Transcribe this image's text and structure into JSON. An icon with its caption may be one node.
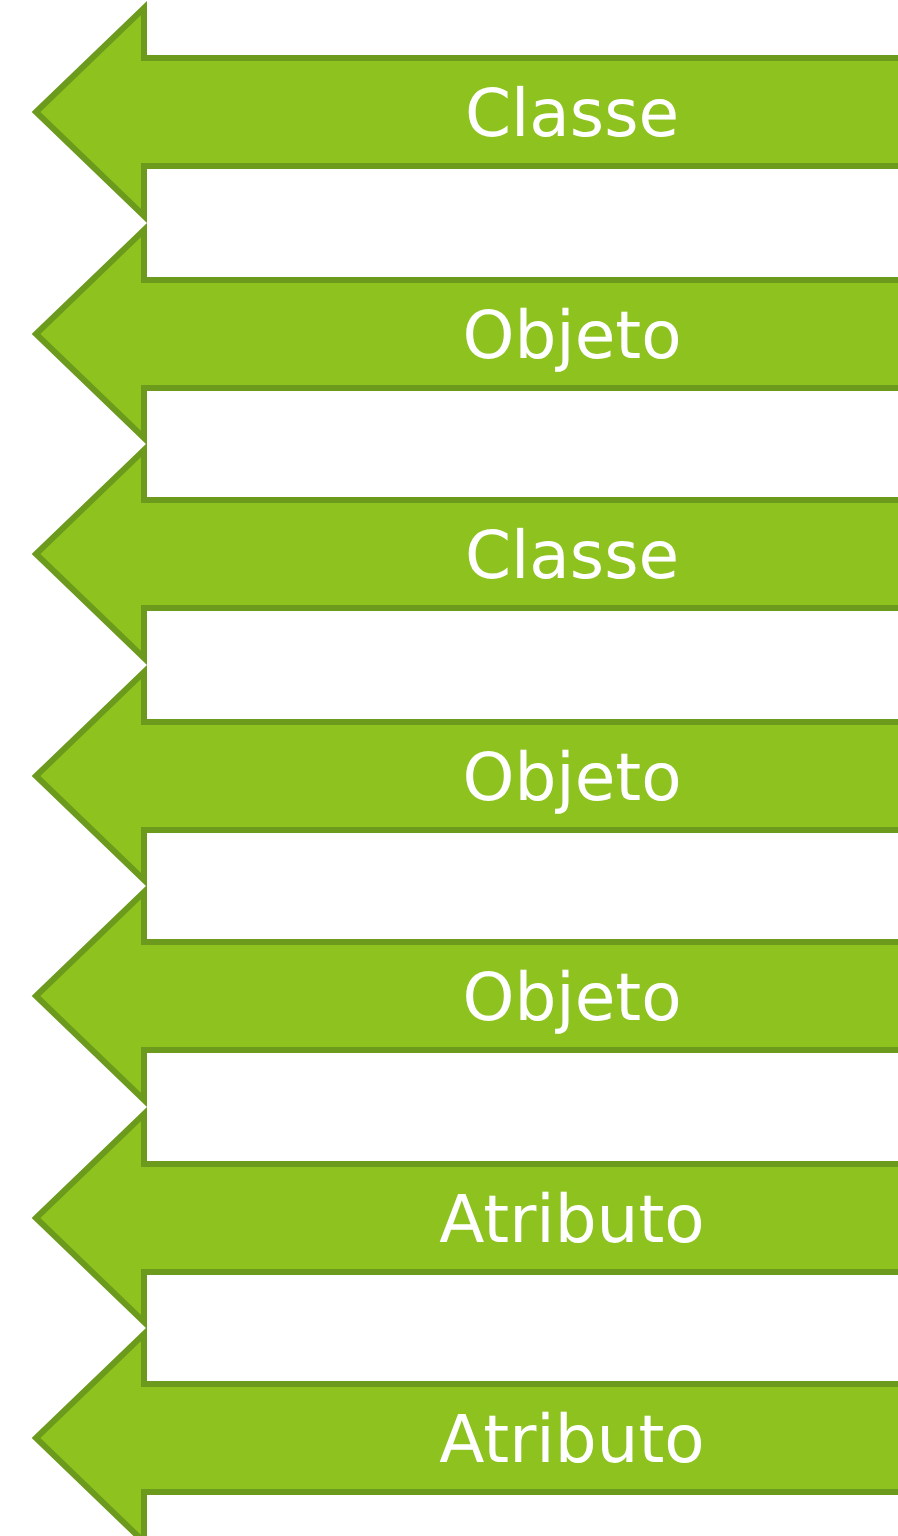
{
  "diagram": {
    "nodes": [
      {
        "text": [
          "Classe"
        ]
      },
      {
        "text": [
          "Objeto"
        ]
      },
      {
        "text": [
          "Classe"
        ]
      },
      {
        "text": [
          "Objeto"
        ]
      },
      {
        "text": [
          "Objeto"
        ]
      },
      {
        "text": [
          "Atributo"
        ]
      },
      {
        "text": [
          "Atributo"
        ]
      }
    ]
  }
}
